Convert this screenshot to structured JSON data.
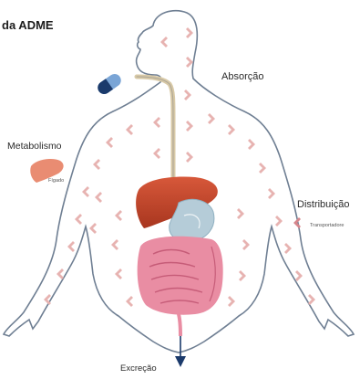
{
  "title": "da ADME",
  "labels": {
    "absorcao": "Absorção",
    "metabolismo": "Metabolismo",
    "figado": "Fígado",
    "distribuicao": "Distribuição",
    "transportadore": "Transportadore",
    "excrecao": "Excreção"
  },
  "colors": {
    "body_outline": "#6f7f93",
    "arrow": "#e7b3b1",
    "liver": "#c84a2c",
    "liver_small": "#e98c72",
    "stomach": "#b5ccd8",
    "intestine": "#e98da3",
    "esophagus": "#d8c9a6",
    "pill_dark": "#1b3a6b",
    "pill_light": "#7aa5d6",
    "excretion_arrow": "#1b3a6b"
  },
  "icons": {
    "pill": "capsule-icon",
    "liver": "liver-icon",
    "transporter": "chevron-arrow-icon",
    "excretion": "down-arrow-icon"
  }
}
